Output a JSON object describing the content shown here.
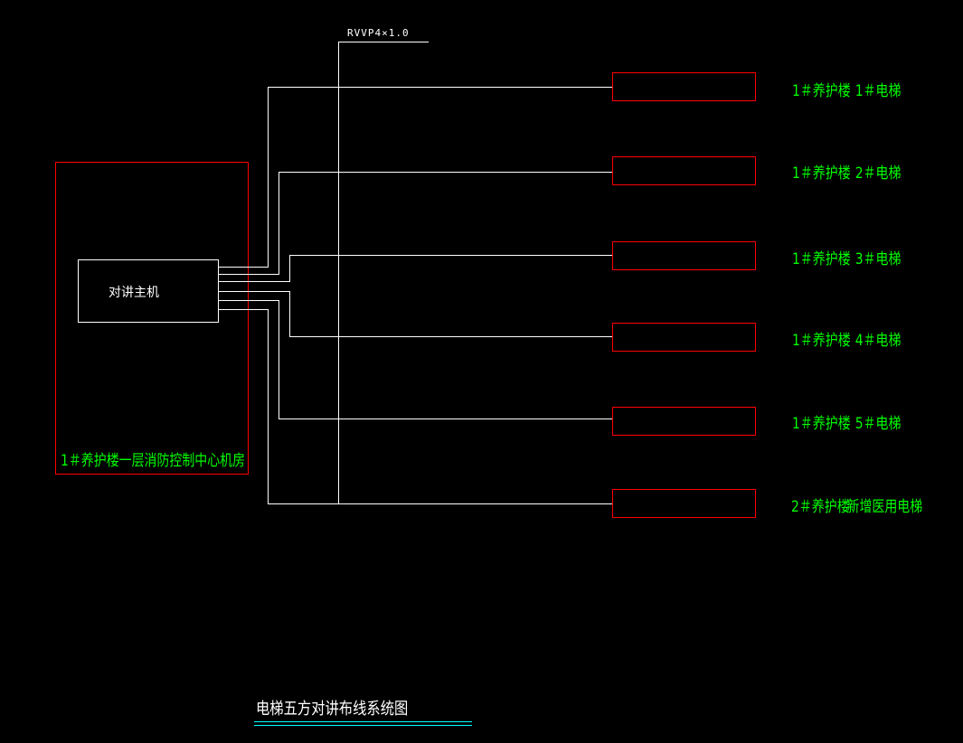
{
  "diagram": {
    "title": "电梯五方对讲布线系统图",
    "bus_cable": "RVVP4×1.0",
    "host": {
      "label": "对讲主机",
      "room_label": "1＃养护楼一层消防控制中心机房"
    },
    "destinations": [
      {
        "building": "1＃养护楼",
        "elevator": "1＃电梯"
      },
      {
        "building": "1＃养护楼",
        "elevator": "2＃电梯"
      },
      {
        "building": "1＃养护楼",
        "elevator": "3＃电梯"
      },
      {
        "building": "1＃养护楼",
        "elevator": "4＃电梯"
      },
      {
        "building": "1＃养护楼",
        "elevator": "5＃电梯"
      },
      {
        "building": "2＃养护楼",
        "elevator": "新增医用电梯"
      }
    ],
    "colors": {
      "background": "#000000",
      "wire": "#ffffff",
      "box_outline": "#ff0000",
      "text_label": "#00ff00",
      "title_underline": "#00ffff"
    }
  }
}
